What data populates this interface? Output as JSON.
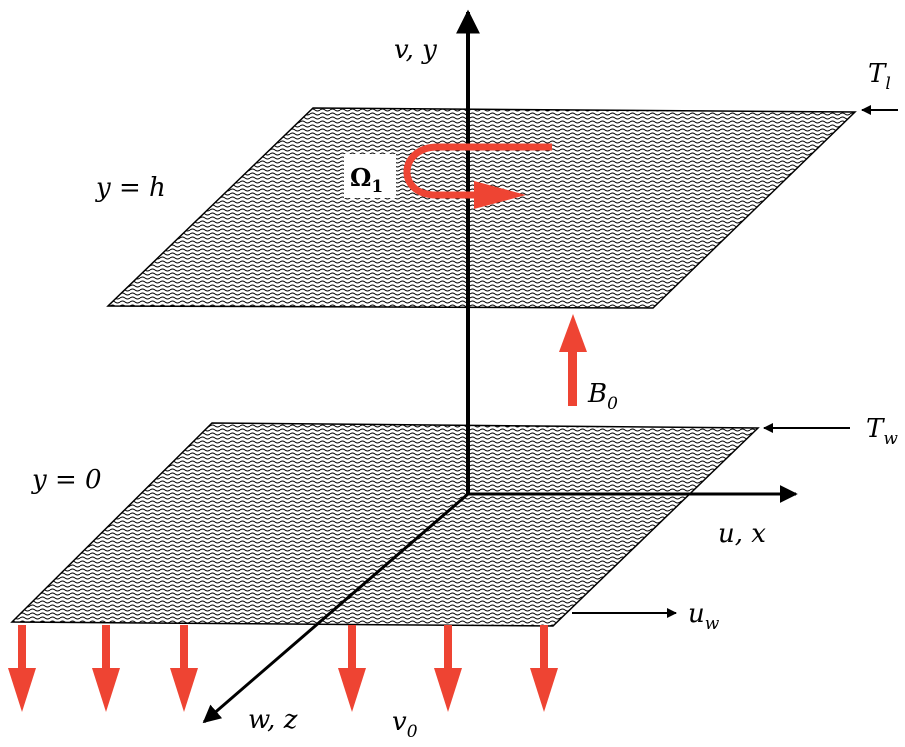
{
  "labels": {
    "axis_vertical": "v, y",
    "axis_x": "u, x",
    "axis_z": "w, z",
    "plane_top": "y = h",
    "plane_bottom": "y = 0",
    "temp_top_base": "T",
    "temp_top_sub": "l",
    "temp_bottom_base": "T",
    "temp_bottom_sub": "w",
    "velocity_wall_base": "u",
    "velocity_wall_sub": "w",
    "field_base": "B",
    "field_sub": "0",
    "rotation_base": "Ω",
    "rotation_sub": "1",
    "suction_base": "v",
    "suction_sub": "0"
  },
  "colors": {
    "accent_red": "#ee4433",
    "axis": "#000000",
    "plate_hatch": "#000000"
  }
}
